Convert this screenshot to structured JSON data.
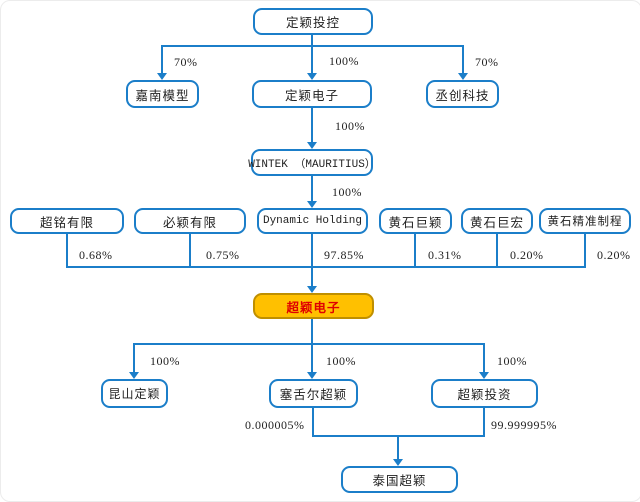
{
  "diagram": {
    "title": "equity-structure-chart",
    "colors": {
      "line_blue": "#1b7ec9",
      "box_fill": "#ffffff",
      "box_text": "#1f1f1f",
      "highlight_fill": "#ffc000",
      "highlight_border": "#bf8f00",
      "highlight_text": "#e00000"
    },
    "nodes": {
      "dingying_toukong": {
        "label": "定颖投控"
      },
      "jianan_moxing": {
        "label": "嘉南模型"
      },
      "dingying_dianzi": {
        "label": "定颖电子"
      },
      "chengchuang_keji": {
        "label": "丞创科技"
      },
      "wintek_mauritius": {
        "label": "WINTEK （MAURITIUS）"
      },
      "chaoming_youxian": {
        "label": "超铭有限"
      },
      "biying_youxian": {
        "label": "必颖有限"
      },
      "dynamic_holding": {
        "label": "Dynamic Holding"
      },
      "huangshi_juying": {
        "label": "黄石巨颖"
      },
      "huangshi_juhong": {
        "label": "黄石巨宏"
      },
      "huangshi_jingzhun": {
        "label": "黄石精准制程"
      },
      "chaoying_dianzi": {
        "label": "超颖电子"
      },
      "kunshan_dingying": {
        "label": "昆山定颖"
      },
      "saisheer_chaoying": {
        "label": "塞舌尔超颖"
      },
      "chaoying_touzi": {
        "label": "超颖投资"
      },
      "taiguo_chaoying": {
        "label": "泰国超颖"
      }
    },
    "edges": {
      "toukong_to_jianan": {
        "label": "70%"
      },
      "toukong_to_dianzi": {
        "label": "100%"
      },
      "toukong_to_chengchuang": {
        "label": "70%"
      },
      "dianzi_to_wintek": {
        "label": "100%"
      },
      "wintek_to_dynamic": {
        "label": "100%"
      },
      "chaoming_to_chaoying": {
        "label": "0.68%"
      },
      "biying_to_chaoying": {
        "label": "0.75%"
      },
      "dynamic_to_chaoying": {
        "label": "97.85%"
      },
      "juying_to_chaoying": {
        "label": "0.31%"
      },
      "juhong_to_chaoying": {
        "label": "0.20%"
      },
      "jingzhun_to_chaoying": {
        "label": "0.20%"
      },
      "chaoying_to_kunshan": {
        "label": "100%"
      },
      "chaoying_to_saisheer": {
        "label": "100%"
      },
      "chaoying_to_touzi": {
        "label": "100%"
      },
      "saisheer_to_taiguo": {
        "label": "0.000005%"
      },
      "touzi_to_taiguo": {
        "label": "99.999995%"
      }
    }
  }
}
